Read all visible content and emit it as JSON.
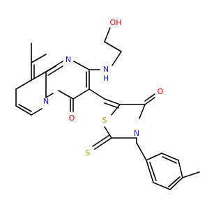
{
  "molecule": {
    "colors": {
      "carbon_bond": "#000000",
      "nitrogen": "#1a1aff",
      "oxygen": "#ff0000",
      "sulfur": "#b3a100",
      "background": "#ffffff"
    },
    "atom_labels": {
      "hydroxyl": "OH",
      "amine_nh": "N",
      "amine_h": "H",
      "pyrimidine_n": "N",
      "bridge_n": "N",
      "ketone_o1": "O",
      "thiazolidine_s": "S",
      "thiazolidine_n": "N",
      "ketone_o2": "O",
      "thioxo_s": "S"
    }
  }
}
